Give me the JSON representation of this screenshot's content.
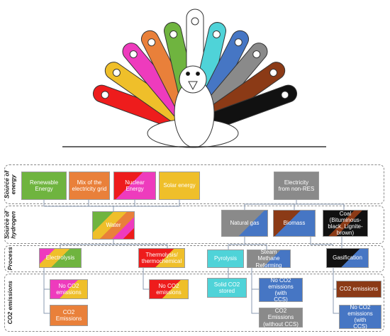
{
  "rows": {
    "energy": "Source of\nenergy",
    "hydrogen": "Source of\nhydrogen",
    "process": "Process",
    "emissions": "CO2 emissions"
  },
  "nodes": {
    "renewable": "Renewable\nEnergy",
    "mix_grid": "Mix of the\nelectricity grid",
    "nuclear": "Nuclear\nEnergy",
    "solar": "Solar energy",
    "non_res": "Electricity\nfrom non-RES",
    "water": "Water",
    "natural_gas": "Natural gas",
    "biomass": "Biomass",
    "coal": "Coal\n(Bituminous-\nblack, Lignite-\nbrown)",
    "electrolysis": "Electrolysis",
    "thermolysis": "Thermolysis/\nthermochemical",
    "pyrolysis": "Pyrolysis",
    "smr": "Steam Methane\nReforming",
    "gasification": "Gasification",
    "no_co2_1": "No CO2\nemissions",
    "co2_emissions_1": "CO2\nEmissions",
    "no_co2_2": "No CO2\nemissions",
    "solid_co2": "Solid CO2\nstored",
    "no_co2_ccs": "No CO2\nemissions (with\nCCS)",
    "co2_no_ccs": "CO2 Emissions\n(without CCS)",
    "co2_emissions_2": "CO2 emissions",
    "no_co2_ccs_2": "No CO2\nemissions (with\nCCS)"
  },
  "colors": {
    "red": "#ee1c1c",
    "yellow": "#efbf2a",
    "magenta": "#ee3bbd",
    "orange": "#e9803a",
    "green": "#6fb43f",
    "white": "#ffffff",
    "cyan": "#4fd3d8",
    "blue": "#4676c4",
    "gray": "#8a8a8a",
    "brown": "#8b3a16",
    "black": "#111111",
    "line": "#8a9ab0"
  }
}
